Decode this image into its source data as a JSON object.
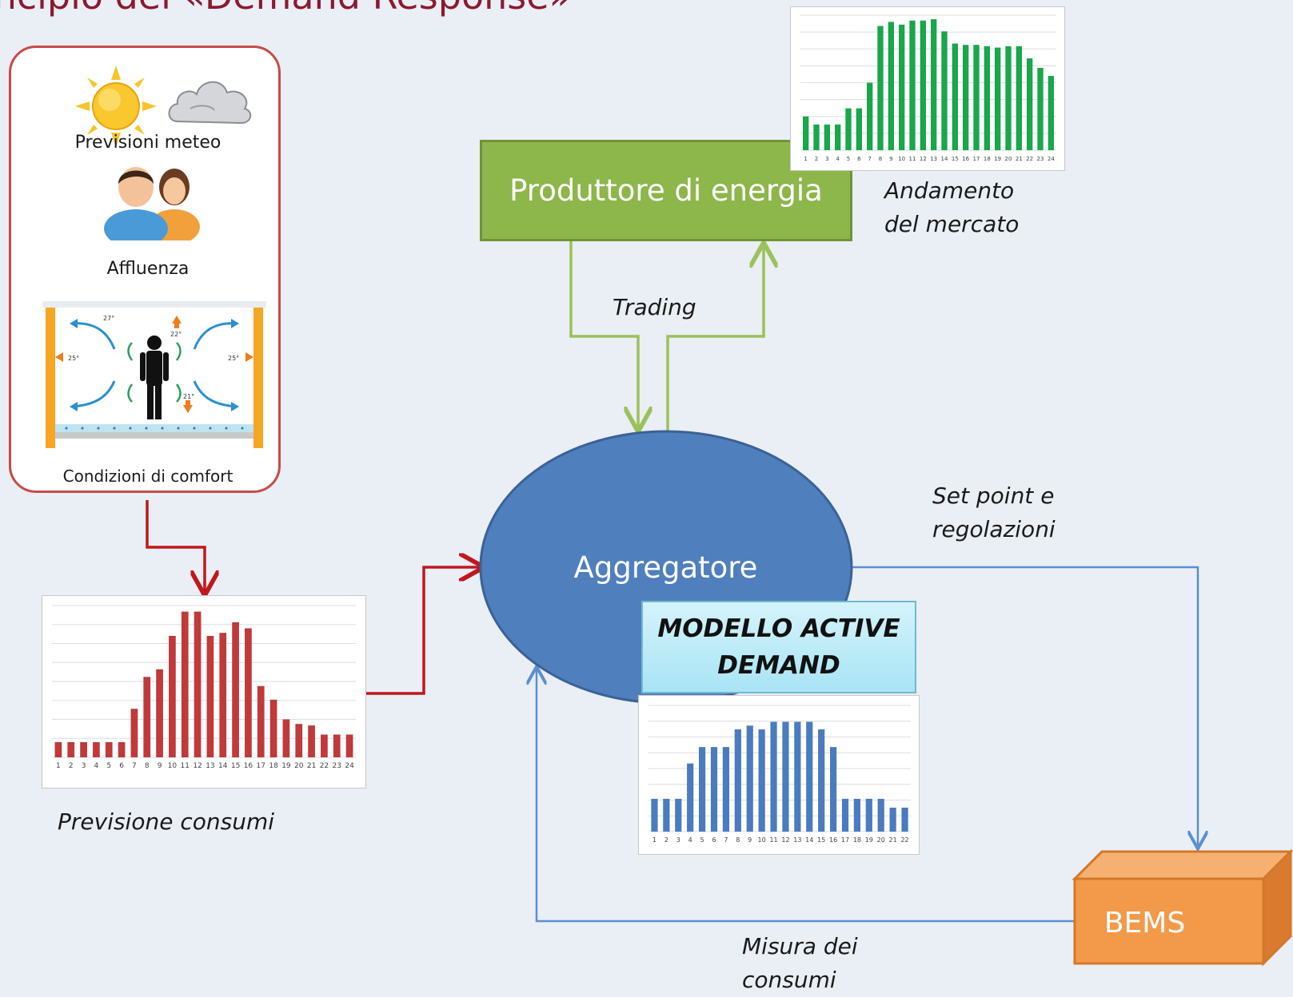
{
  "title": "rincipio del «Demand Response»",
  "inputs_panel": {
    "weather_label": "Previsioni meteo",
    "occupancy_label": "Affluenza",
    "comfort_label": "Condizioni di comfort",
    "comfort_temps": [
      "27°",
      "22°",
      "25°",
      "25°",
      "21°"
    ]
  },
  "nodes": {
    "producer": "Produttore  di energia",
    "aggregator": "Aggregatore",
    "model": [
      "MODELLO ACTIVE",
      "DEMAND"
    ],
    "bems": "BEMS"
  },
  "edge_labels": {
    "trading": "Trading",
    "market": [
      "Andamento",
      "del mercato"
    ],
    "setpoint": [
      "Set point e",
      "regolazioni"
    ],
    "measure": [
      "Misura dei",
      "consumi"
    ],
    "forecast": "Previsione consumi"
  },
  "colors": {
    "forecast_bars": "#c0393b",
    "market_bars": "#1aa64a",
    "model_bars": "#4a7bbf",
    "producer": "#8db64b",
    "aggregator": "#4f7fbd",
    "bems": "#f29a4a",
    "red_arrow": "#c0171c",
    "green_arrow": "#9bc15a",
    "blue_arrow": "#5b8fd0"
  },
  "chart_data": [
    {
      "type": "bar",
      "categories": [
        "1",
        "2",
        "3",
        "4",
        "5",
        "6",
        "7",
        "8",
        "9",
        "10",
        "11",
        "12",
        "13",
        "14",
        "15",
        "16",
        "17",
        "18",
        "19",
        "20",
        "21",
        "22",
        "23",
        "24"
      ],
      "values": [
        10,
        10,
        10,
        10,
        10,
        10,
        32,
        53,
        58,
        80,
        96,
        96,
        80,
        82,
        89,
        85,
        47,
        38,
        25,
        22,
        21,
        15,
        15,
        15
      ],
      "ylim": [
        0,
        100
      ]
    },
    {
      "type": "bar",
      "categories": [
        "1",
        "2",
        "3",
        "4",
        "5",
        "6",
        "7",
        "8",
        "9",
        "10",
        "11",
        "12",
        "13",
        "14",
        "15",
        "16",
        "17",
        "18",
        "19",
        "20",
        "21",
        "22",
        "23",
        "24"
      ],
      "values": [
        25,
        19,
        19,
        19,
        31,
        31,
        50,
        92,
        95,
        93,
        96,
        96,
        97,
        88,
        79,
        78,
        78,
        77,
        76,
        77,
        77,
        68,
        61,
        55
      ],
      "ylim": [
        0,
        100
      ]
    },
    {
      "type": "bar",
      "categories": [
        "1",
        "2",
        "3",
        "4",
        "5",
        "6",
        "7",
        "8",
        "9",
        "10",
        "11",
        "12",
        "13",
        "14",
        "15",
        "16",
        "17",
        "18",
        "19",
        "20",
        "21",
        "22"
      ],
      "values": [
        26,
        26,
        26,
        54,
        67,
        67,
        67,
        81,
        84,
        81,
        87,
        87,
        87,
        87,
        81,
        67,
        26,
        26,
        26,
        26,
        19,
        19
      ],
      "ylim": [
        0,
        100
      ]
    }
  ]
}
